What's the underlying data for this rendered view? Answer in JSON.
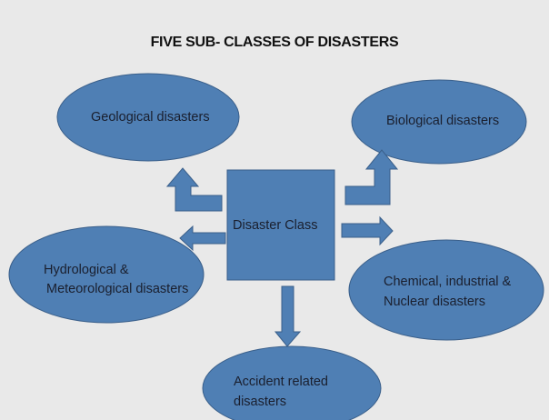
{
  "title": "FIVE SUB- CLASSES OF DISASTERS",
  "colors": {
    "background": "#e9e9e9",
    "shape_fill": "#4f7fb4",
    "shape_stroke": "#3a5f8a",
    "text": "#1a1f2e"
  },
  "center": {
    "label": "Disaster Class"
  },
  "nodes": [
    {
      "id": "geological",
      "lines": [
        "Geological disasters"
      ]
    },
    {
      "id": "biological",
      "lines": [
        "Biological disasters"
      ]
    },
    {
      "id": "hydro-meteorological",
      "lines": [
        "Hydrological &",
        "Meteorological disasters"
      ]
    },
    {
      "id": "chemical-industrial-nuclear",
      "lines": [
        "Chemical, industrial &",
        "Nuclear disasters"
      ]
    },
    {
      "id": "accident-related",
      "lines": [
        "Accident related",
        "disasters"
      ]
    }
  ],
  "edges": [
    {
      "from": "Disaster Class",
      "to": "Geological disasters",
      "arrow": "bent-up-left"
    },
    {
      "from": "Disaster Class",
      "to": "Biological disasters",
      "arrow": "bent-up-right"
    },
    {
      "from": "Disaster Class",
      "to": "Hydrological & Meteorological disasters",
      "arrow": "left"
    },
    {
      "from": "Disaster Class",
      "to": "Chemical, industrial & Nuclear disasters",
      "arrow": "right"
    },
    {
      "from": "Disaster Class",
      "to": "Accident related disasters",
      "arrow": "down"
    }
  ]
}
